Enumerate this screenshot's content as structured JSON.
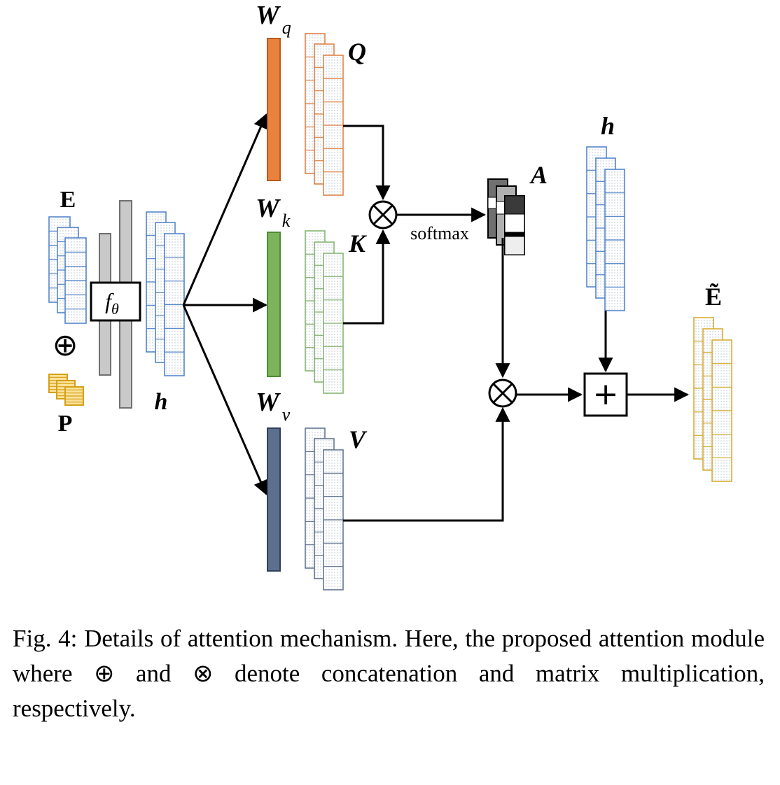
{
  "labels": {
    "E": "E",
    "P": "P",
    "concat_symbol": "⊕",
    "f_theta": "f",
    "f_theta_sub": "θ",
    "h_left": "h",
    "Wq": "W",
    "Wq_sub": "q",
    "Wk": "W",
    "Wk_sub": "k",
    "Wv": "W",
    "Wv_sub": "v",
    "Q": "Q",
    "K": "K",
    "V": "V",
    "A": "A",
    "softmax": "softmax",
    "h_right": "h",
    "E_tilde": "Ẽ",
    "mult_symbol": "⊗",
    "add_symbol": "+"
  },
  "caption": "Fig. 4: Details of attention mechanism. Here, the proposed attention module where ⊕ and ⊗ denote concatenation and matrix multiplication, respectively.",
  "colors": {
    "E_stack": "#4a7fc8",
    "P_fill": "#fbe29a",
    "P_border": "#d4a017",
    "Q_stack": "#e07b3c",
    "Wq_fill": "#e8823e",
    "K_stack": "#7fb06a",
    "Wk_fill": "#7db35a",
    "V_stack": "#5a6f8a",
    "Wv_fill": "#5c6f8e",
    "h_stack": "#4a7fc8",
    "Et_stack": "#d4a82a",
    "grey_bar": "#bdbdbd"
  }
}
